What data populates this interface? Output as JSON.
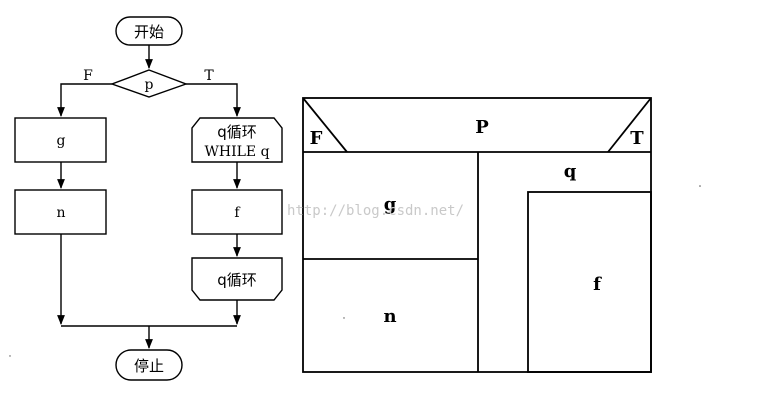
{
  "flowchart": {
    "start": "开始",
    "decision": "p",
    "branch_false": "F",
    "branch_true": "T",
    "false_step_1": "g",
    "false_step_2": "n",
    "loop_start_line1": "q循环",
    "loop_start_line2": "WHILE q",
    "loop_body": "f",
    "loop_end": "q循环",
    "end": "停止"
  },
  "ns_diagram": {
    "condition": "P",
    "false_label": "F",
    "true_label": "T",
    "false_step_1": "g",
    "false_step_2": "n",
    "loop_condition": "q",
    "loop_body": "f"
  },
  "watermark": "http://blog.csdn.net/"
}
